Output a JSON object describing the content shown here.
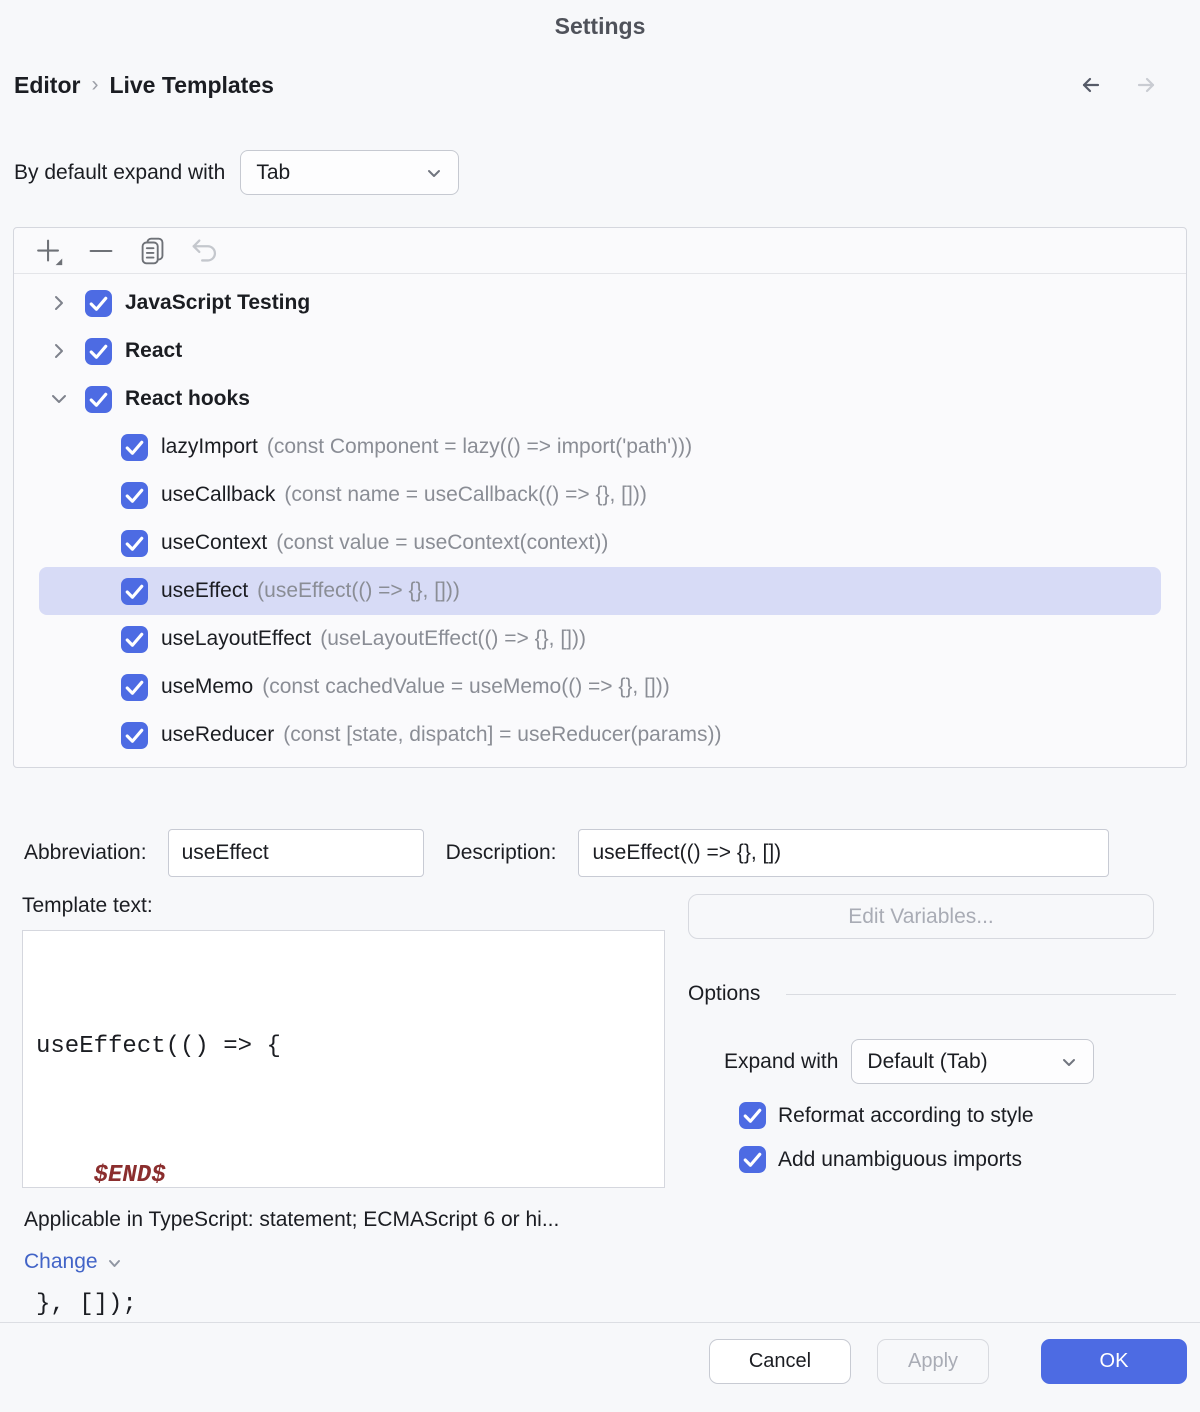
{
  "window": {
    "title": "Settings"
  },
  "breadcrumb": {
    "separator": "›",
    "items": [
      "Editor",
      "Live Templates"
    ]
  },
  "default_expand": {
    "label": "By default expand with",
    "value": "Tab"
  },
  "toolbar": {
    "icons": [
      "add",
      "remove",
      "duplicate",
      "revert"
    ]
  },
  "tree": {
    "groups": [
      {
        "label": "JavaScript Testing",
        "expanded": false,
        "checked": true
      },
      {
        "label": "React",
        "expanded": false,
        "checked": true
      },
      {
        "label": "React hooks",
        "expanded": true,
        "checked": true
      }
    ],
    "templates": [
      {
        "name": "lazyImport",
        "description": "(const Component = lazy(() => import('path')))",
        "checked": true,
        "selected": false
      },
      {
        "name": "useCallback",
        "description": "(const name = useCallback(() => {}, []))",
        "checked": true,
        "selected": false
      },
      {
        "name": "useContext",
        "description": "(const value = useContext(context))",
        "checked": true,
        "selected": false
      },
      {
        "name": "useEffect",
        "description": "(useEffect(() => {}, []))",
        "checked": true,
        "selected": true
      },
      {
        "name": "useLayoutEffect",
        "description": "(useLayoutEffect(() => {}, []))",
        "checked": true,
        "selected": false
      },
      {
        "name": "useMemo",
        "description": "(const cachedValue = useMemo(() => {}, []))",
        "checked": true,
        "selected": false
      },
      {
        "name": "useReducer",
        "description": "(const [state, dispatch] = useReducer(params))",
        "checked": true,
        "selected": false
      }
    ]
  },
  "form": {
    "abbreviation": {
      "label": "Abbreviation:",
      "value": "useEffect"
    },
    "description": {
      "label": "Description:",
      "value": "useEffect(() => {}, [])"
    },
    "template_text": {
      "label": "Template text:",
      "lines": [
        "useEffect(() => {",
        "    $END$",
        "}, []);"
      ]
    },
    "edit_variables_label": "Edit Variables...",
    "options": {
      "header": "Options",
      "expand_with": {
        "label": "Expand with",
        "value": "Default (Tab)"
      },
      "reformat_label": "Reformat according to style",
      "reformat_checked": true,
      "imports_label": "Add unambiguous imports",
      "imports_checked": true
    },
    "applicable": "Applicable in TypeScript: statement; ECMAScript 6 or hi...",
    "change_label": "Change"
  },
  "footer": {
    "cancel": "Cancel",
    "apply": "Apply",
    "ok": "OK"
  },
  "colors": {
    "accent_blue": "#4D6BE3",
    "selection_bg": "#D7DBF6",
    "link_blue": "#4264C7",
    "variable_red": "#8B2E2E",
    "description_gray": "#8A8D95"
  }
}
